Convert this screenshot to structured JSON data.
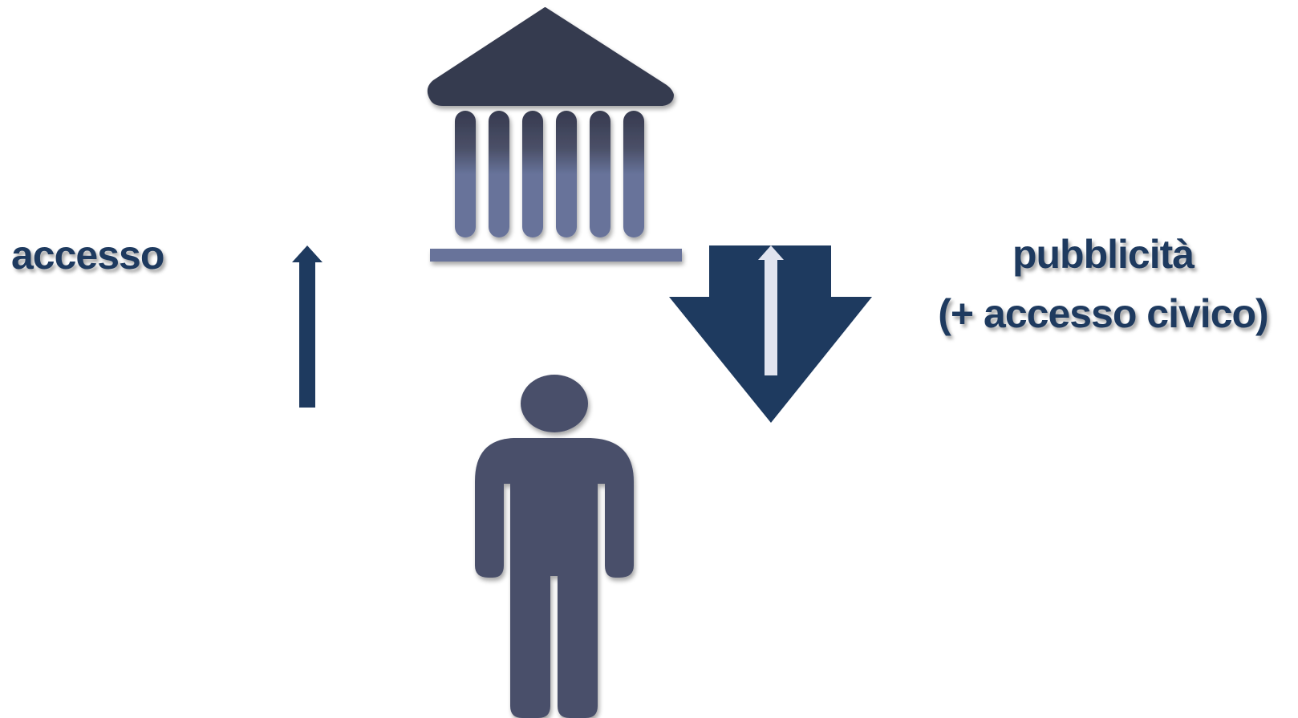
{
  "labels": {
    "left": "accesso",
    "right_line1": "pubblicità",
    "right_line2": "(+ accesso civico)"
  },
  "icons": {
    "institution": "bank-building-icon",
    "person": "person-icon",
    "up_arrow": "up-arrow-icon",
    "down_arrow": "down-arrow-icon"
  },
  "colors": {
    "navy": "#1e3a5f",
    "roof": "#363a4f",
    "column_light": "#67739a",
    "person": "#4a506b",
    "arrow_inner": "#e1e4ef"
  }
}
